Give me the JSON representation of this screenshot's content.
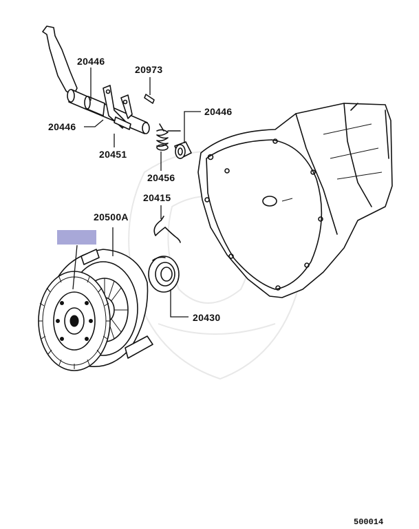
{
  "part_labels": {
    "p20446_top": "20446",
    "p20973": "20973",
    "p20446_right": "20446",
    "p20446_left": "20446",
    "p20451": "20451",
    "p20456": "20456",
    "p20415": "20415",
    "p20500a": "20500A",
    "p20430": "20430"
  },
  "figure_code": "500014",
  "colors": {
    "line": "#111111",
    "highlight_box": "#a8a8d8",
    "watermark": "#d8d8d8"
  }
}
